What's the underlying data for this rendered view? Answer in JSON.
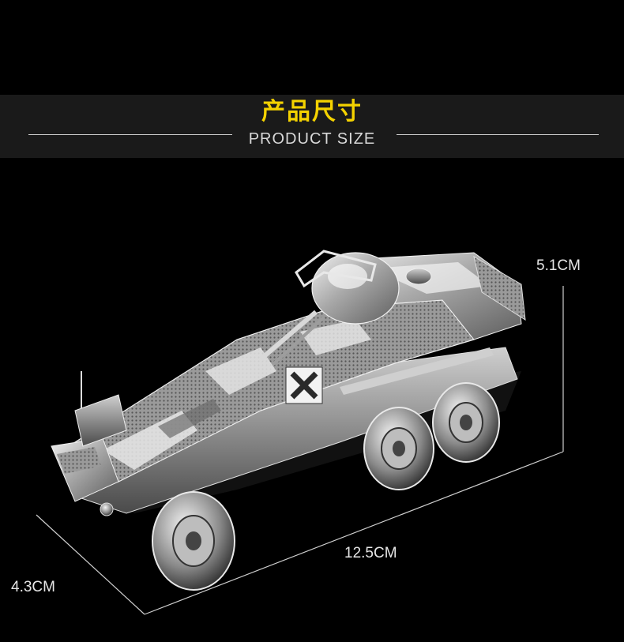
{
  "header": {
    "title_cn": "产品尺寸",
    "title_en": "PRODUCT SIZE"
  },
  "dimensions": {
    "height": "5.1CM",
    "length": "12.5CM",
    "width": "4.3CM"
  },
  "colors": {
    "accent": "#f4d200",
    "background": "#000000",
    "band": "#1a1a1a",
    "text": "#d8d8d8"
  },
  "icons": {
    "model": "armored-car-model-icon"
  }
}
